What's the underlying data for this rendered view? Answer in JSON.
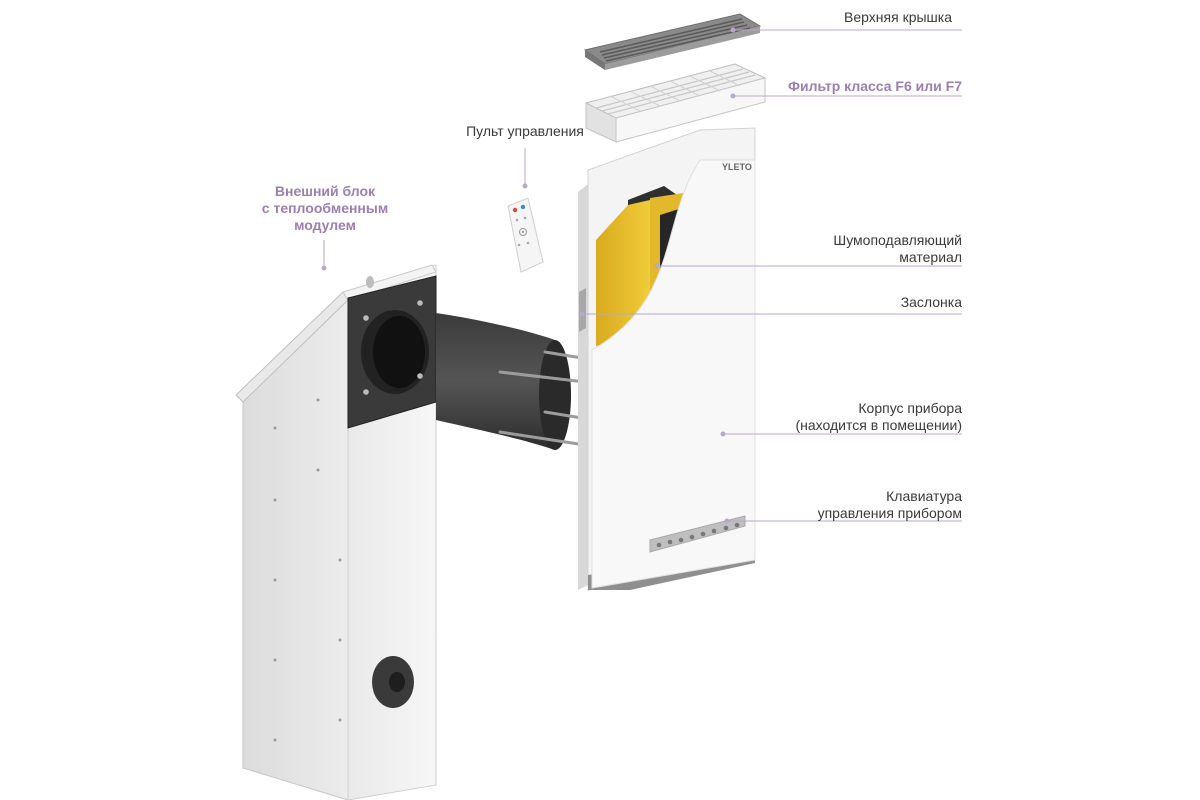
{
  "labels": {
    "top_cover": "Верхняя крышка",
    "filter": "Фильтр класса F6 или F7",
    "remote": "Пульт управления",
    "outer_unit": [
      "Внешний блок",
      "с теплообменным",
      "модулем"
    ],
    "noise_material": [
      "Шумоподавляющий",
      "материал"
    ],
    "damper": "Заслонка",
    "housing": [
      "Корпус прибора",
      "(находится в помещении)"
    ],
    "keyboard": [
      "Клавиатура",
      "управления прибором"
    ]
  },
  "brand_mark": "YLETO",
  "colors": {
    "accent_label": "#9b7fb0",
    "leader_line": "#b9a8c8",
    "housing": "#f2f2f2",
    "foam": "#e7c02d",
    "dark_panel": "#333333"
  }
}
